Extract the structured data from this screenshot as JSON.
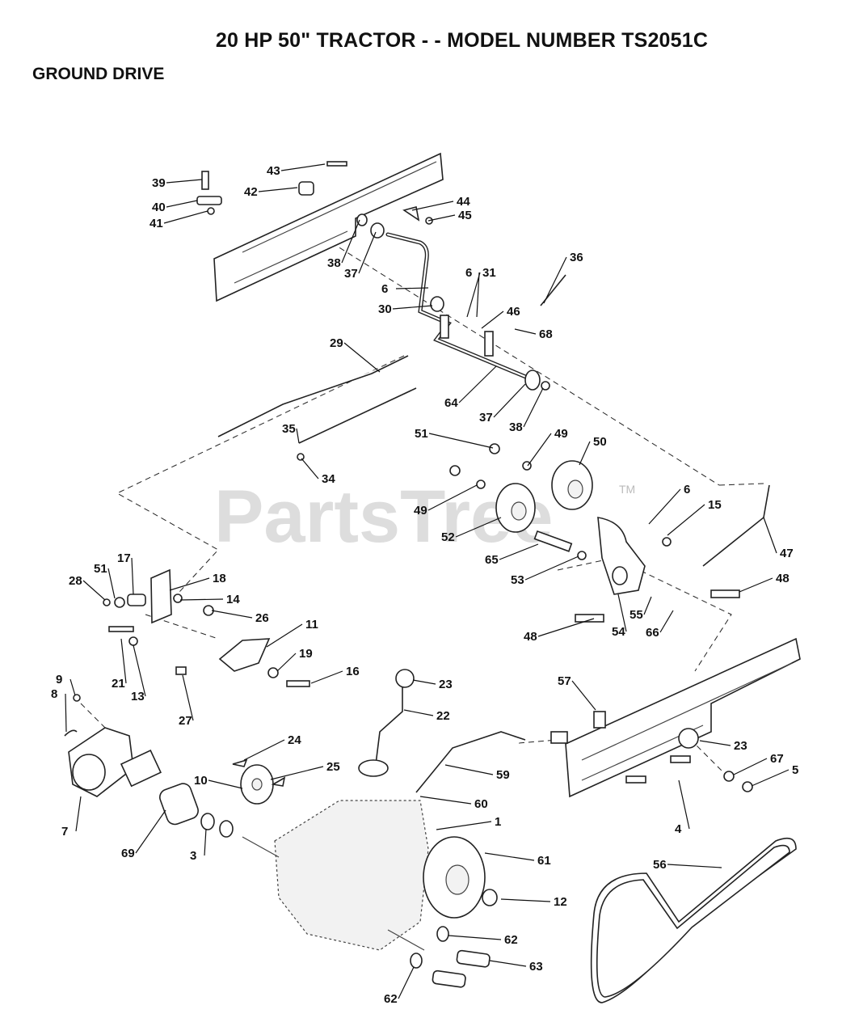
{
  "title": "20 HP 50\" TRACTOR - - MODEL NUMBER TS2051C",
  "subtitle": "GROUND DRIVE",
  "watermark": "PartsTree",
  "watermark_tm": "TM",
  "callouts": [
    "39",
    "40",
    "41",
    "43",
    "42",
    "44",
    "45",
    "38",
    "37",
    "36",
    "6",
    "6",
    "31",
    "30",
    "46",
    "68",
    "29",
    "64",
    "37",
    "38",
    "35",
    "34",
    "51",
    "49",
    "50",
    "49",
    "52",
    "6",
    "15",
    "47",
    "65",
    "53",
    "48",
    "48",
    "54",
    "55",
    "66",
    "17",
    "51",
    "28",
    "18",
    "14",
    "26",
    "11",
    "19",
    "16",
    "21",
    "13",
    "27",
    "9",
    "8",
    "23",
    "22",
    "57",
    "24",
    "25",
    "10",
    "23",
    "67",
    "5",
    "59",
    "60",
    "4",
    "1",
    "61",
    "7",
    "69",
    "3",
    "12",
    "56",
    "62",
    "63",
    "62"
  ]
}
